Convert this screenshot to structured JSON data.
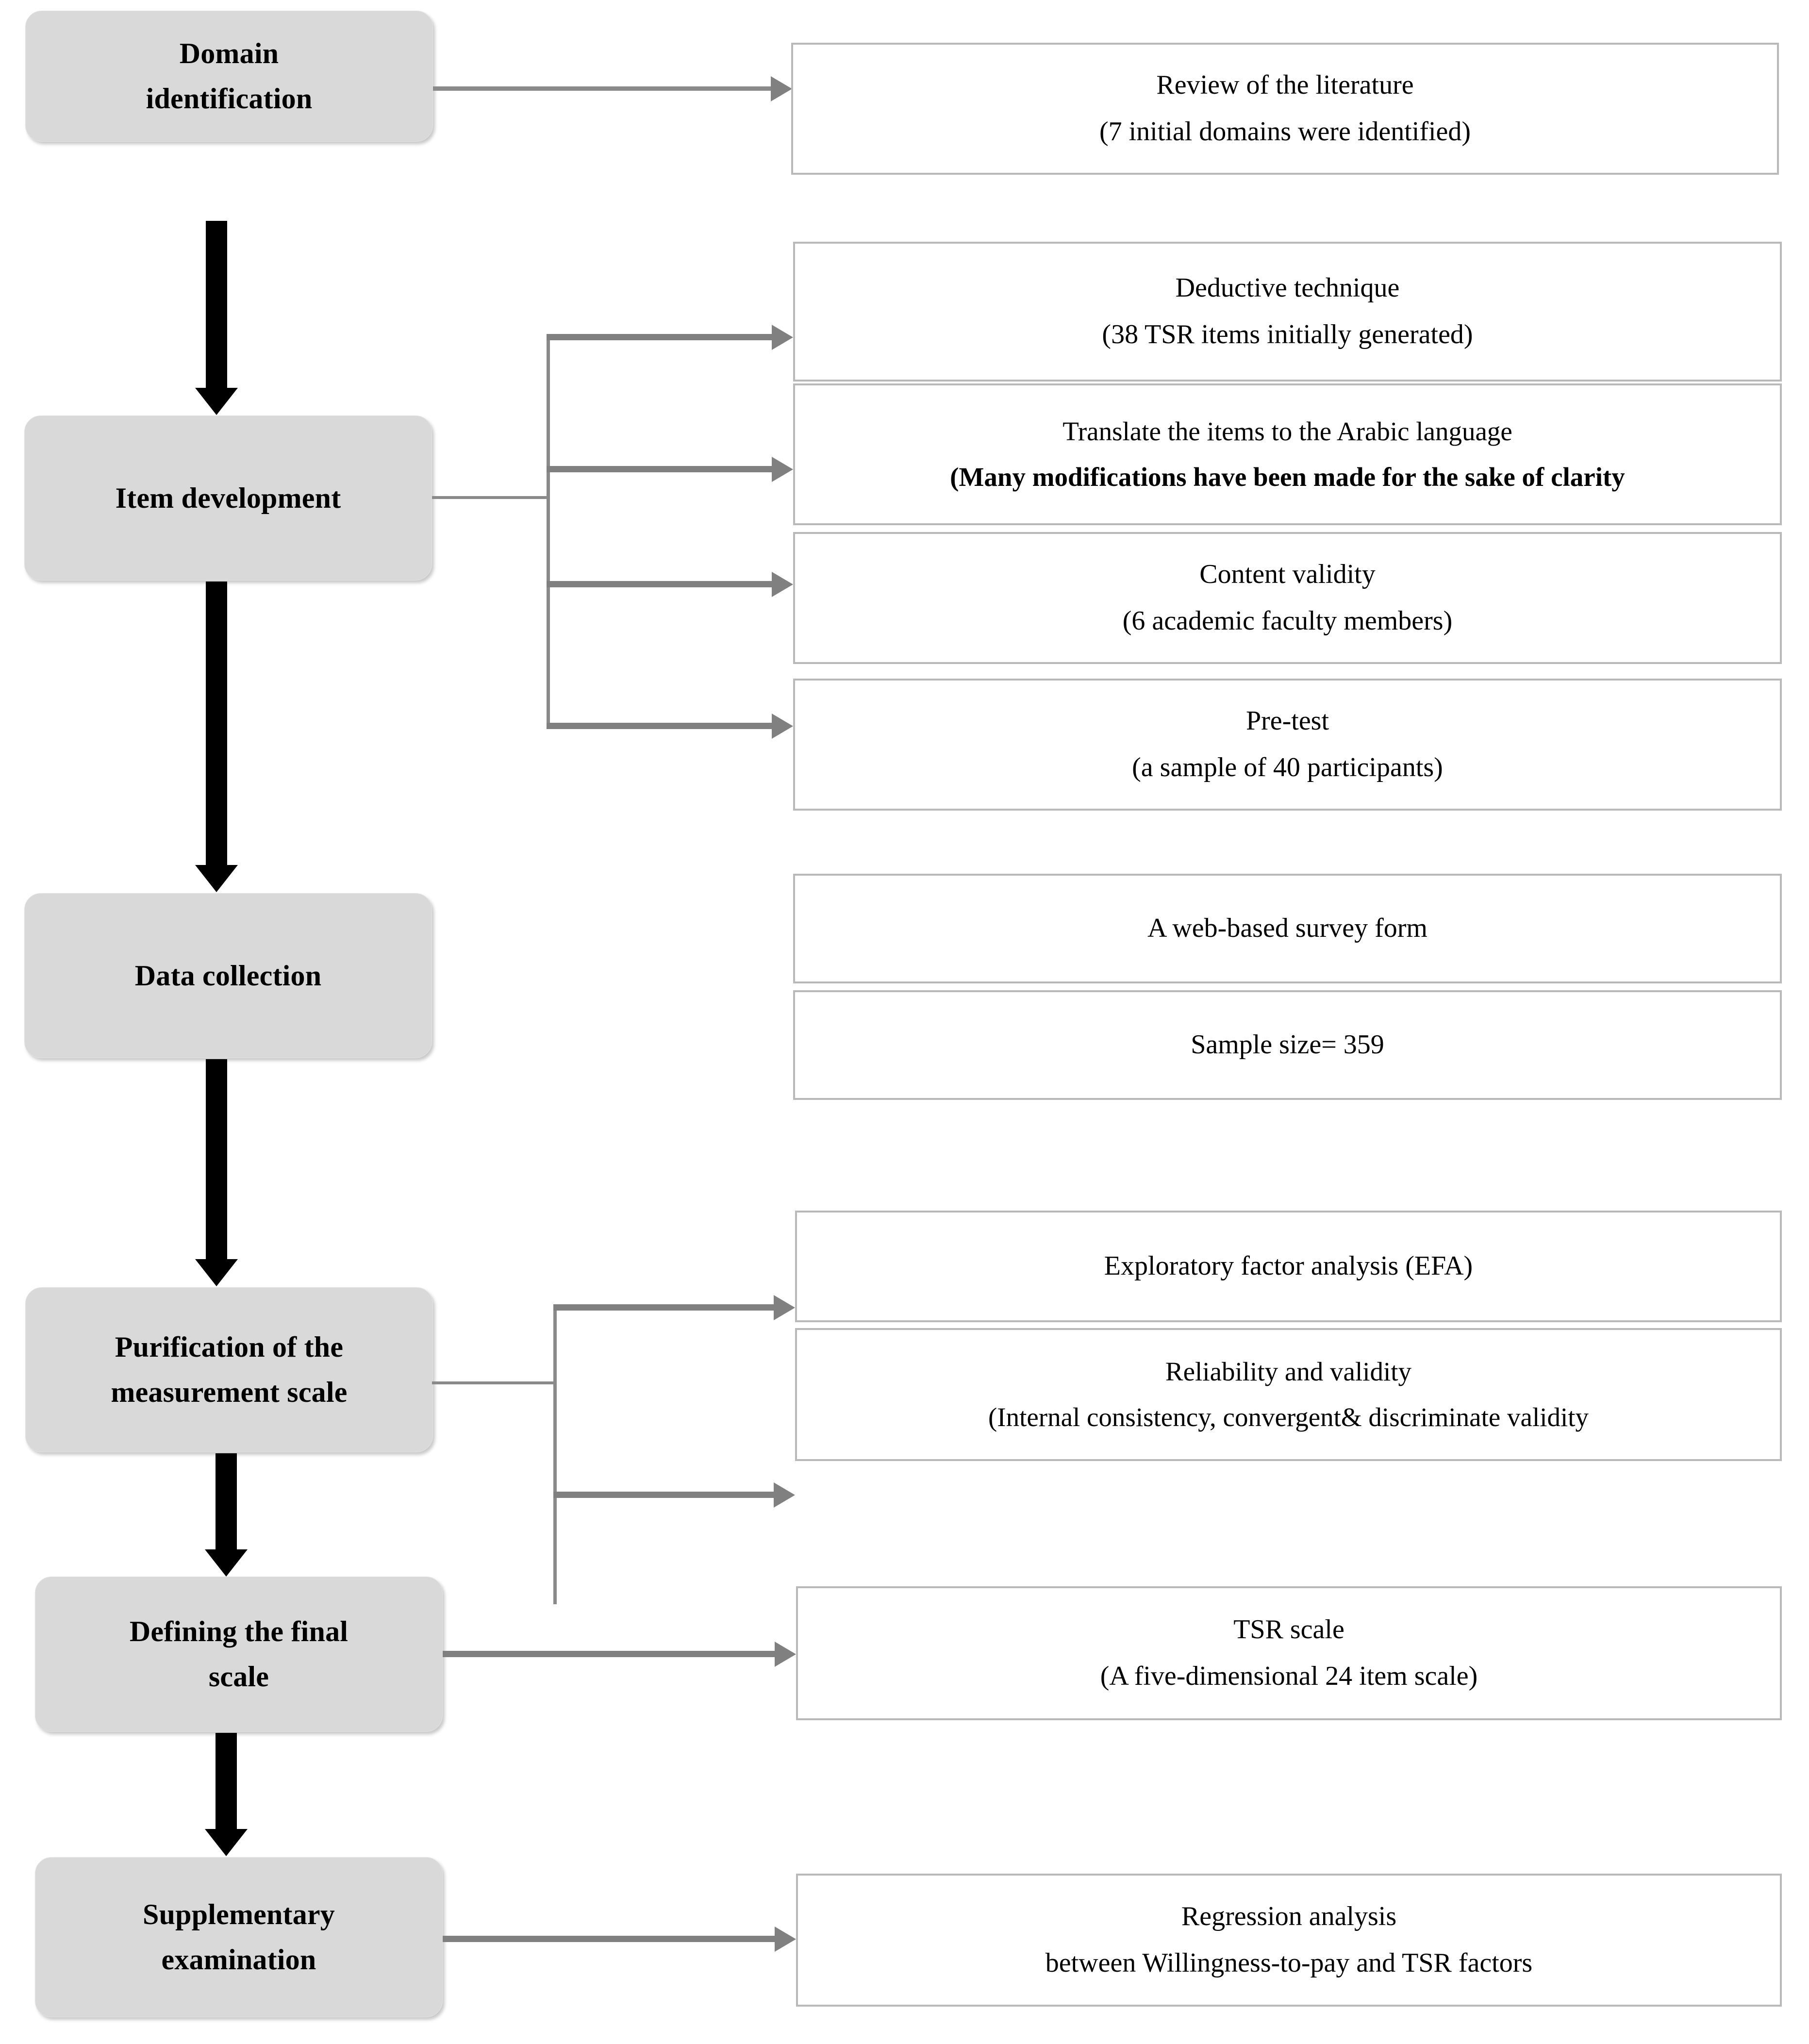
{
  "diagram": {
    "title": "Scale development process flowchart",
    "colors": {
      "stage_fill": "#d9d9d9",
      "detail_border": "#b9b9b9",
      "connector": "#808080",
      "flow_arrow": "#000000",
      "page_background": "#ffffff"
    },
    "stages": [
      {
        "id": "domain-identification",
        "label": "Domain\nidentification"
      },
      {
        "id": "item-development",
        "label": "Item development"
      },
      {
        "id": "data-collection",
        "label": "Data collection"
      },
      {
        "id": "purification",
        "label": "Purification of the\nmeasurement scale"
      },
      {
        "id": "defining-final-scale",
        "label": "Defining the final\nscale"
      },
      {
        "id": "supplementary-exam",
        "label": "Supplementary\nexamination"
      }
    ],
    "details": [
      {
        "id": "review-of-literature",
        "stage": "domain-identification",
        "line1": "Review of the literature",
        "line2": "(7 initial domains were identified)"
      },
      {
        "id": "deductive-technique",
        "stage": "item-development",
        "line1": "Deductive technique",
        "line2": "(38 TSR items initially generated)"
      },
      {
        "id": "translate-items",
        "stage": "item-development",
        "line1": "Translate the items to the Arabic language",
        "line2": "(Many modifications have been made for the sake of clarity"
      },
      {
        "id": "content-validity",
        "stage": "item-development",
        "line1": "Content validity",
        "line2": "(6 academic faculty members)"
      },
      {
        "id": "pre-test",
        "stage": "item-development",
        "line1": "Pre-test",
        "line2": "(a sample of 40 participants)"
      },
      {
        "id": "web-based-survey",
        "stage": "data-collection",
        "line1": "A web-based survey form",
        "line2": ""
      },
      {
        "id": "sample-size",
        "stage": "data-collection",
        "line1": "Sample size= 359",
        "line2": ""
      },
      {
        "id": "exploratory-factor-analysis",
        "stage": "purification",
        "line1": "Exploratory factor analysis (EFA)",
        "line2": ""
      },
      {
        "id": "reliability-validity",
        "stage": "purification",
        "line1": "Reliability and validity",
        "line2": "(Internal consistency, convergent& discriminate validity"
      },
      {
        "id": "tsr-scale",
        "stage": "defining-final-scale",
        "line1": "TSR scale",
        "line2": "(A five-dimensional 24 item scale)"
      },
      {
        "id": "regression-analysis",
        "stage": "supplementary-exam",
        "line1": "Regression analysis",
        "line2": "between Willingness-to-pay and TSR factors"
      }
    ]
  }
}
